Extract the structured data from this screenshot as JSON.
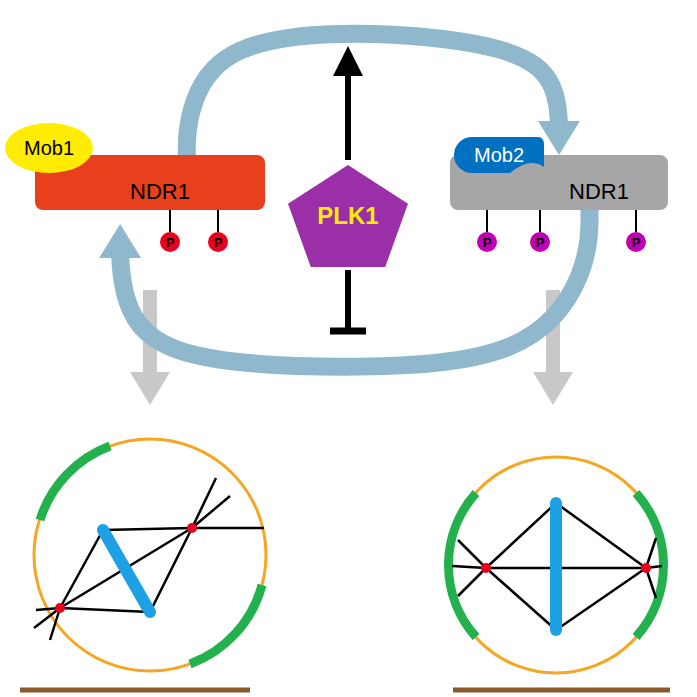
{
  "diagram": {
    "nodes": [
      {
        "text": [
          "NDR1"
        ]
      },
      {
        "text": [
          "Mob1"
        ],
        "in": 0
      },
      {
        "text": [
          "PLK1"
        ]
      },
      {
        "text": [
          "NDR1"
        ]
      },
      {
        "text": [
          "Mob2"
        ],
        "in": 3
      }
    ],
    "edges": [
      {
        "from": 0,
        "to": 3,
        "arrow": "to"
      },
      {
        "from": 3,
        "to": 0,
        "arrow": "to"
      }
    ],
    "labels": [
      "P",
      "P",
      "P",
      "P",
      "P"
    ]
  }
}
